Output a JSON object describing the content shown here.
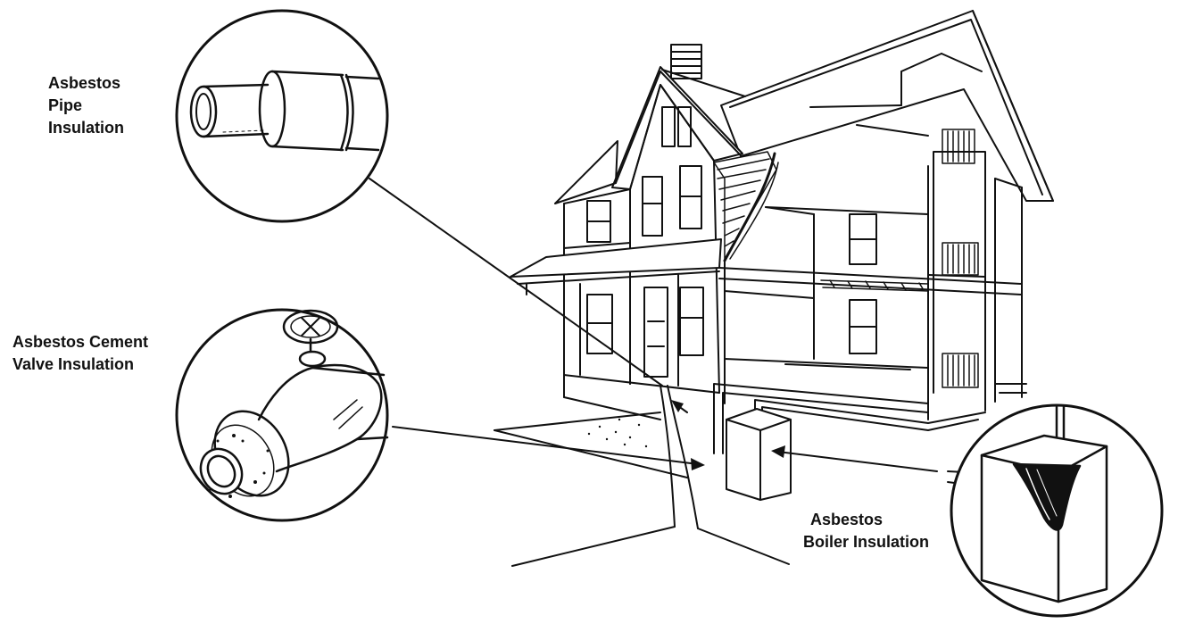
{
  "labels": {
    "pipe": [
      "Asbestos",
      "Pipe",
      "Insulation"
    ],
    "valve": [
      "Asbestos Cement",
      "Valve Insulation"
    ],
    "boiler": [
      "Asbestos",
      "Boiler Insulation"
    ]
  },
  "colors": {
    "ink": "#111111",
    "background": "#ffffff"
  }
}
